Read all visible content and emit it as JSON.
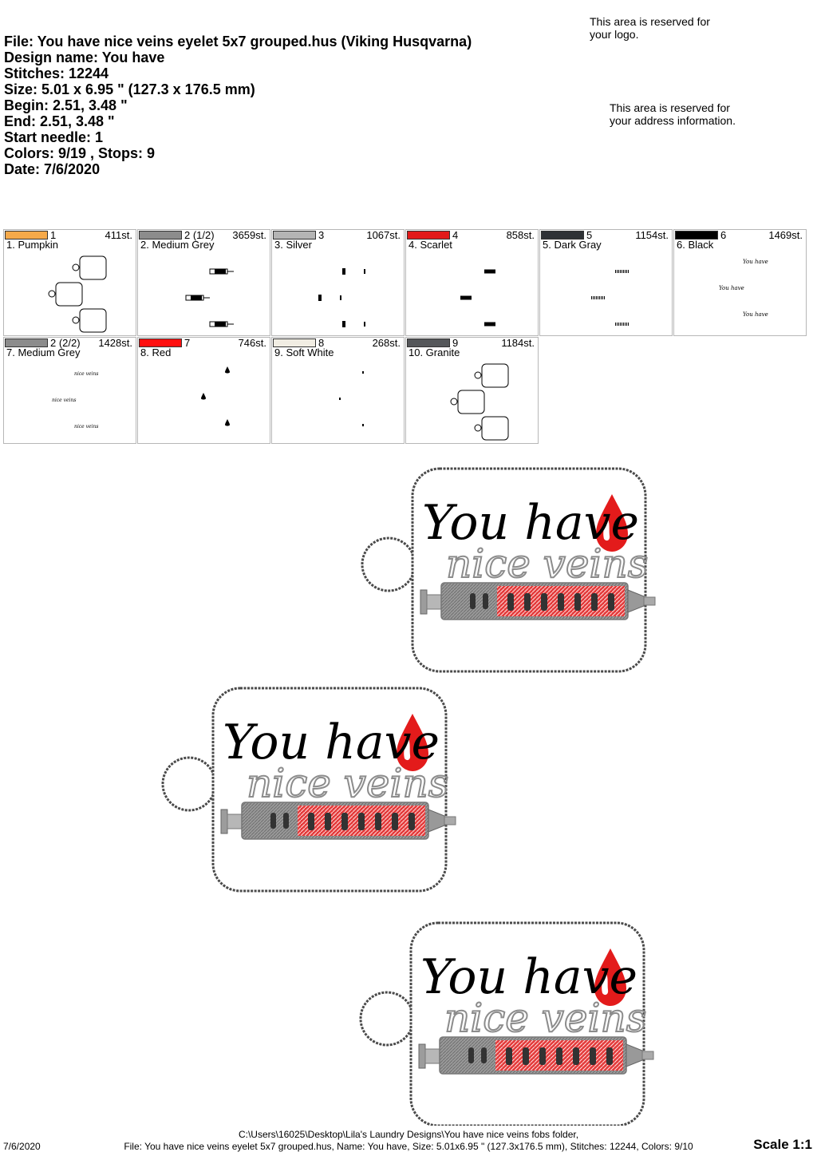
{
  "header": {
    "file": "File: You have nice veins eyelet 5x7 grouped.hus  (Viking Husqvarna)",
    "design_name": "Design name: You have",
    "stitches": "Stitches: 12244",
    "size": "Size: 5.01 x 6.95 \" (127.3 x 176.5 mm)",
    "begin": "Begin: 2.51, 3.48 \"",
    "end": "End: 2.51, 3.48 \"",
    "start_needle": "Start needle: 1",
    "colors_stops": "Colors: 9/19 , Stops: 9",
    "date": "Date: 7/6/2020"
  },
  "reserved": {
    "logo": "This area is reserved for\nyour logo.",
    "address": "This area is reserved for\nyour address information."
  },
  "swatches": [
    {
      "num": "1",
      "stitches": "411st.",
      "name": "1. Pumpkin",
      "color": "#F5A94A",
      "icon": "fob-outline-icon"
    },
    {
      "num": "2 (1/2)",
      "stitches": "3659st.",
      "name": "2. Medium Grey",
      "color": "#8C8C8C",
      "icon": "syringe-body-icon"
    },
    {
      "num": "3",
      "stitches": "1067st.",
      "name": "3. Silver",
      "color": "#B4B4B4",
      "icon": "syringe-plunger-icon"
    },
    {
      "num": "4",
      "stitches": "858st.",
      "name": "4. Scarlet",
      "color": "#E21A1A",
      "icon": "syringe-fill-icon"
    },
    {
      "num": "5",
      "stitches": "1154st.",
      "name": "5. Dark Gray",
      "color": "#2F3236",
      "icon": "syringe-marks-icon"
    },
    {
      "num": "6",
      "stitches": "1469st.",
      "name": "6. Black",
      "color": "#000000",
      "icon": "you-have-text-icon"
    },
    {
      "num": "2 (2/2)",
      "stitches": "1428st.",
      "name": "7. Medium Grey",
      "color": "#8C8C8C",
      "icon": "nice-veins-text-icon"
    },
    {
      "num": "7",
      "stitches": "746st.",
      "name": "8. Red",
      "color": "#FF1010",
      "icon": "blood-drop-icon"
    },
    {
      "num": "8",
      "stitches": "268st.",
      "name": "9. Soft White",
      "color": "#F1EDE3",
      "icon": "drop-highlight-icon"
    },
    {
      "num": "9",
      "stitches": "1184st.",
      "name": "10. Granite",
      "color": "#55575A",
      "icon": "fob-outline-icon"
    }
  ],
  "mini_text": {
    "you_have": "You have",
    "nice_veins": "nice veins"
  },
  "fob": {
    "line1": "You have",
    "line2": "nice veins"
  },
  "footer": {
    "path": "C:\\Users\\16025\\Desktop\\Lila's Laundry Designs\\You have nice veins fobs folder,",
    "file": "File: You have nice veins eyelet 5x7 grouped.hus, Name: You have, Size: 5.01x6.95 \" (127.3x176.5 mm), Stitches: 12244, Colors: 9/10",
    "date": "7/6/2020",
    "scale": "Scale 1:1"
  }
}
